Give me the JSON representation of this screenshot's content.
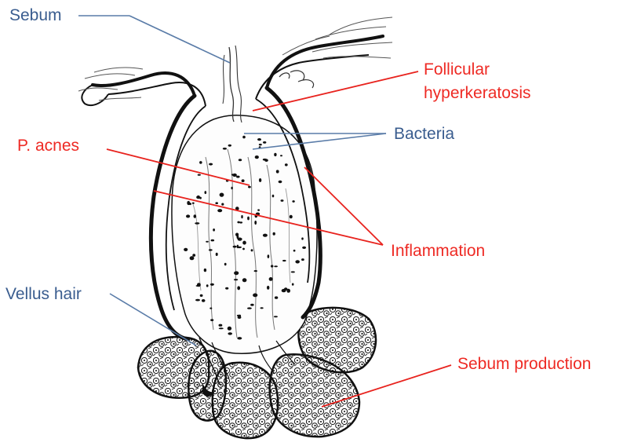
{
  "colors": {
    "blue_label": "#3a5d8f",
    "red_label": "#ee2a24",
    "blue_line": "#5a7ca8",
    "red_line": "#e8231e",
    "ink": "#111111"
  },
  "labels": {
    "sebum": "Sebum",
    "follicular_line1": "Follicular",
    "follicular_line2": "hyperkeratosis",
    "bacteria": "Bacteria",
    "p_acnes": "P. acnes",
    "inflammation": "Inflammation",
    "vellus_hair": "Vellus hair",
    "sebum_production": "Sebum production"
  }
}
